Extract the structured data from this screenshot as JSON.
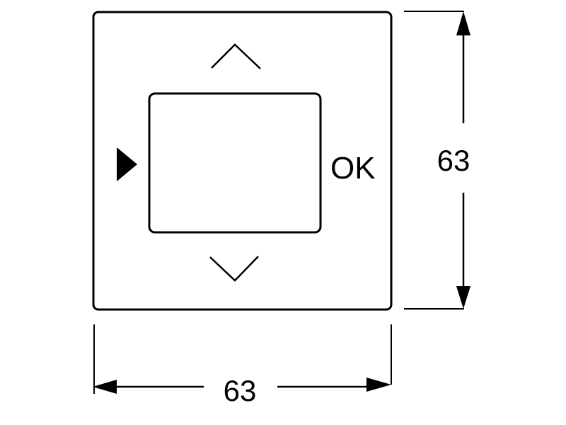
{
  "device": {
    "ok_label": "OK",
    "buttons": {
      "up": "chevron-up-icon",
      "down": "chevron-down-icon",
      "left": "play-triangle-icon"
    }
  },
  "dimensions": {
    "width_label": "63",
    "height_label": "63"
  },
  "colors": {
    "line": "#000000",
    "background": "#ffffff"
  }
}
